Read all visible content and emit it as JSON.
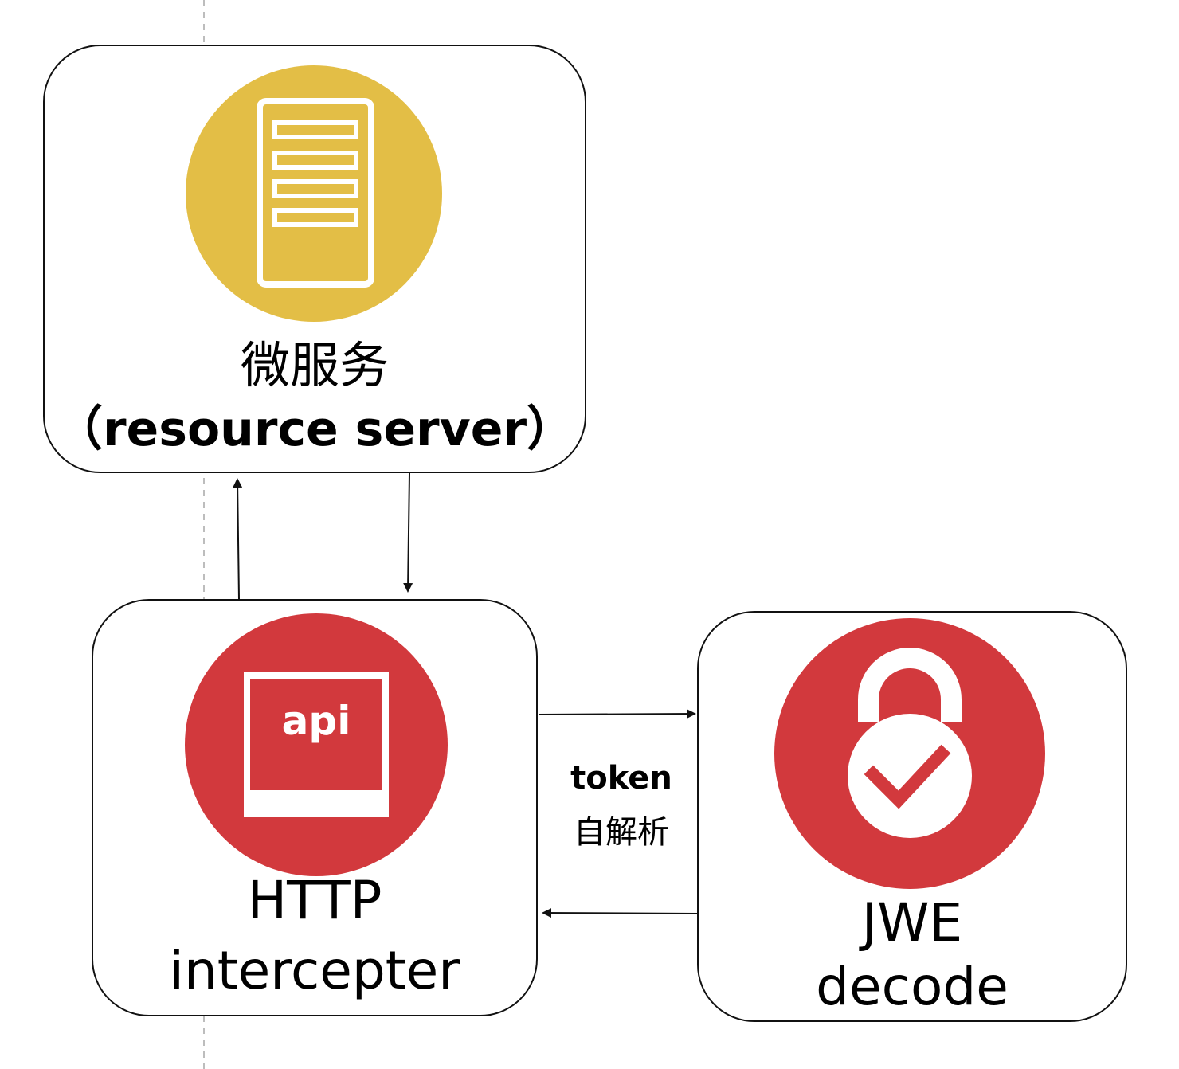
{
  "nodes": {
    "resource_server": {
      "title": "微服务",
      "subtitle": "（resource server）",
      "icon": "server-icon",
      "icon_color": "#E3BE46"
    },
    "http_interceptor": {
      "title": "HTTP",
      "subtitle": "intercepter",
      "icon": "api-icon",
      "icon_text": "api",
      "icon_color": "#D2393D"
    },
    "jwe_decode": {
      "title": "JWE",
      "subtitle": "decode",
      "icon": "lock-check-icon",
      "icon_color": "#D2393D"
    }
  },
  "edges": {
    "interceptor_to_jwe": {
      "label_line1": "token",
      "label_line2": "自解析"
    }
  },
  "colors": {
    "border": "#111111",
    "guide_line": "#BDBDBD",
    "yellow": "#E3BE46",
    "red": "#D2393D"
  }
}
